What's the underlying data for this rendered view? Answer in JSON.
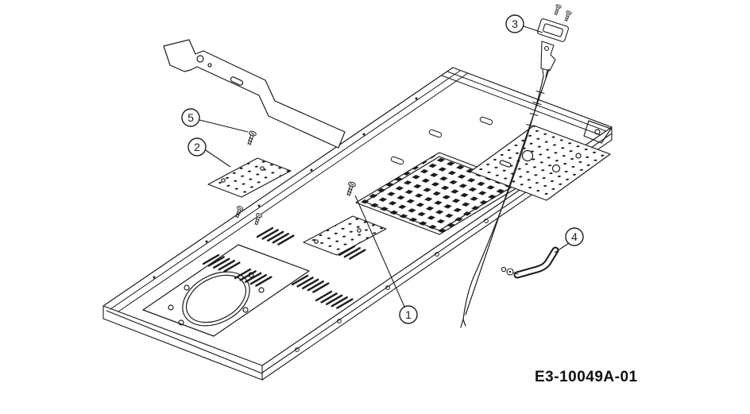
{
  "diagram": {
    "code": "E3-10049A-01",
    "background_color": "#ffffff",
    "line_color": "#1c1c1c",
    "callouts": [
      "1",
      "2",
      "3",
      "4",
      "5"
    ]
  }
}
